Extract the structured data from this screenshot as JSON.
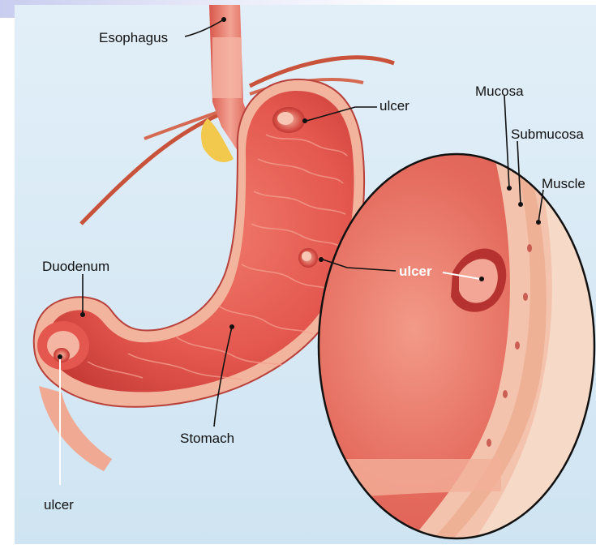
{
  "labels": {
    "esophagus": "Esophagus",
    "ulcer_top": "ulcer",
    "mucosa": "Mucosa",
    "submucosa": "Submucosa",
    "muscle": "Muscle",
    "duodenum": "Duodenum",
    "ulcer_middle": "ulcer",
    "stomach": "Stomach",
    "ulcer_bottom": "ulcer"
  },
  "colors": {
    "background": "#d7e9f5",
    "tissue": "#e2574f",
    "lining_pale": "#f6c2aa",
    "fat": "#f2c94c",
    "vessel": "#c9523a"
  },
  "icons": [
    "stomach-illustration",
    "esophagus-tube",
    "duodenum-bulb",
    "magnified-stomach-wall"
  ]
}
